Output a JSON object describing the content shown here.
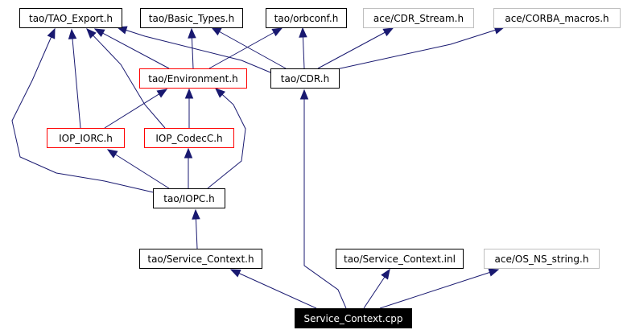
{
  "colors": {
    "edge": "#191970",
    "normal_border": "#000000",
    "red_border": "#ff0000",
    "gray_border": "#bfbfbf",
    "text": "#000000",
    "root_fill": "#000000",
    "root_text": "#ffffff"
  },
  "nodes": [
    {
      "id": "tao_export",
      "label": "tao/TAO_Export.h",
      "style": "normal"
    },
    {
      "id": "basic_types",
      "label": "tao/Basic_Types.h",
      "style": "normal"
    },
    {
      "id": "orbconf",
      "label": "tao/orbconf.h",
      "style": "normal"
    },
    {
      "id": "cdr_stream",
      "label": "ace/CDR_Stream.h",
      "style": "gray"
    },
    {
      "id": "corba_macros",
      "label": "ace/CORBA_macros.h",
      "style": "gray"
    },
    {
      "id": "environment",
      "label": "tao/Environment.h",
      "style": "red"
    },
    {
      "id": "cdr",
      "label": "tao/CDR.h",
      "style": "normal"
    },
    {
      "id": "iop_iorc",
      "label": "IOP_IORC.h",
      "style": "red"
    },
    {
      "id": "iop_codecc",
      "label": "IOP_CodecC.h",
      "style": "red"
    },
    {
      "id": "iopc",
      "label": "tao/IOPC.h",
      "style": "normal"
    },
    {
      "id": "service_context_h",
      "label": "tao/Service_Context.h",
      "style": "normal"
    },
    {
      "id": "service_context_inl",
      "label": "tao/Service_Context.inl",
      "style": "normal"
    },
    {
      "id": "os_ns_string",
      "label": "ace/OS_NS_string.h",
      "style": "gray"
    },
    {
      "id": "service_context_cpp",
      "label": "Service_Context.cpp",
      "style": "root"
    }
  ],
  "edges": [
    {
      "from": "service_context_h",
      "to": "service_context_cpp"
    },
    {
      "from": "service_context_inl",
      "to": "service_context_cpp"
    },
    {
      "from": "os_ns_string",
      "to": "service_context_cpp"
    },
    {
      "from": "cdr",
      "to": "service_context_cpp"
    },
    {
      "from": "iopc",
      "to": "service_context_h"
    },
    {
      "from": "iop_codecc",
      "to": "iopc"
    },
    {
      "from": "iop_iorc",
      "to": "iopc"
    },
    {
      "from": "environment",
      "to": "iopc"
    },
    {
      "from": "tao_export",
      "to": "iopc"
    },
    {
      "from": "environment",
      "to": "iop_iorc"
    },
    {
      "from": "tao_export",
      "to": "iop_iorc"
    },
    {
      "from": "environment",
      "to": "iop_codecc"
    },
    {
      "from": "tao_export",
      "to": "iop_codecc"
    },
    {
      "from": "tao_export",
      "to": "environment"
    },
    {
      "from": "basic_types",
      "to": "environment"
    },
    {
      "from": "orbconf",
      "to": "environment"
    },
    {
      "from": "tao_export",
      "to": "cdr"
    },
    {
      "from": "basic_types",
      "to": "cdr"
    },
    {
      "from": "orbconf",
      "to": "cdr"
    },
    {
      "from": "cdr_stream",
      "to": "cdr"
    },
    {
      "from": "corba_macros",
      "to": "cdr"
    }
  ]
}
